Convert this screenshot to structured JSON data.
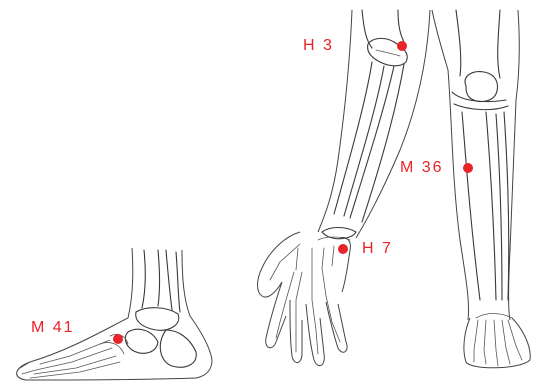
{
  "points": [
    {
      "id": "H3",
      "label": "H 3",
      "color": "#e8232a"
    },
    {
      "id": "H7",
      "label": "H 7",
      "color": "#e8232a"
    },
    {
      "id": "M36",
      "label": "M 36",
      "color": "#e8232a"
    },
    {
      "id": "M41",
      "label": "M 41",
      "color": "#e8232a"
    }
  ],
  "colors": {
    "point": "#e8232a",
    "line": "#3a3a3a",
    "background": "#ffffff"
  }
}
